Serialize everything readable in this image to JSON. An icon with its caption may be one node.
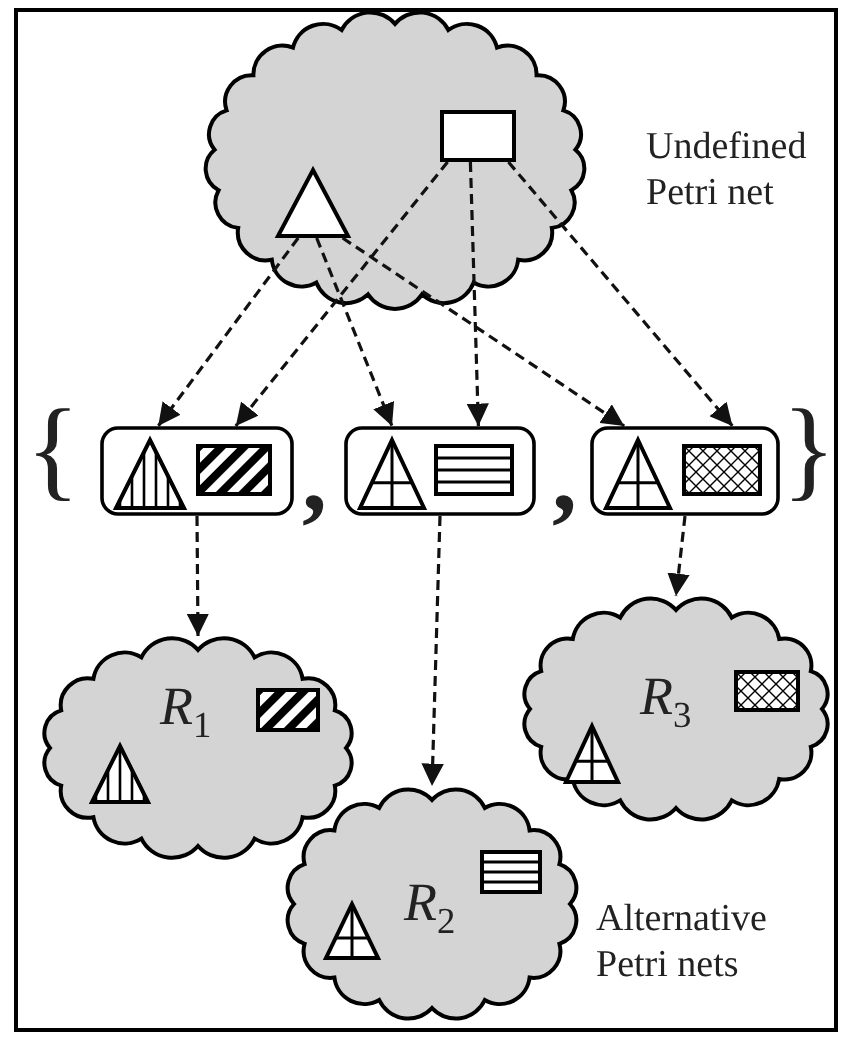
{
  "diagram": {
    "nodes": [
      {
        "text": [],
        "shape": "cloud",
        "beside": [
          "Undefined Petri net"
        ]
      },
      {
        "text": [],
        "shape": "triangle",
        "in": 0
      },
      {
        "text": [],
        "shape": "box",
        "in": 0
      },
      {
        "text": [],
        "shape": "box"
      },
      {
        "text": [],
        "shape": "box"
      },
      {
        "text": [],
        "shape": "box"
      },
      {
        "text": [],
        "shape": "triangle",
        "in": 3
      },
      {
        "text": [],
        "shape": "box",
        "in": 3
      },
      {
        "text": [],
        "shape": "triangle",
        "in": 4
      },
      {
        "text": [],
        "shape": "box",
        "in": 4
      },
      {
        "text": [],
        "shape": "triangle",
        "in": 5
      },
      {
        "text": [],
        "shape": "box",
        "in": 5
      },
      {
        "text": [
          "R$_{1}$"
        ]
      },
      {
        "text": [],
        "shape": "triangle",
        "in": 12
      },
      {
        "text": [],
        "shape": "box",
        "in": 12
      },
      {
        "text": [
          "R$_{2}$"
        ]
      },
      {
        "text": [],
        "shape": "triangle",
        "in": 15
      },
      {
        "text": [],
        "shape": "box",
        "in": 15
      },
      {
        "text": [
          "R$_{3}$"
        ]
      },
      {
        "text": [],
        "shape": "triangle",
        "in": 18
      },
      {
        "text": [],
        "shape": "box",
        "in": 18
      }
    ],
    "edges": [
      {
        "from": 1,
        "to": 3,
        "arrow": "to",
        "style": "dashed"
      },
      {
        "from": 1,
        "to": 4,
        "arrow": "to",
        "style": "dashed"
      },
      {
        "from": 1,
        "to": 5,
        "arrow": "to",
        "style": "dashed"
      },
      {
        "from": 2,
        "to": 3,
        "arrow": "to",
        "style": "dashed"
      },
      {
        "from": 2,
        "to": 4,
        "arrow": "to",
        "style": "dashed"
      },
      {
        "from": 2,
        "to": 5,
        "arrow": "to",
        "style": "dashed"
      },
      {
        "from": 3,
        "to": 12,
        "arrow": "to",
        "style": "dashed"
      },
      {
        "from": 4,
        "to": 15,
        "arrow": "to",
        "style": "dashed"
      },
      {
        "from": 5,
        "to": 18,
        "arrow": "to",
        "style": "dashed"
      }
    ],
    "labels": [
      "{",
      ",",
      ",",
      "}",
      "Alternative Petri nets"
    ]
  }
}
